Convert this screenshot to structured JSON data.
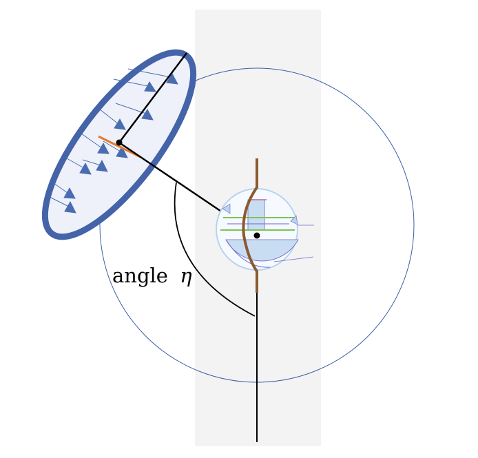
{
  "diagram": {
    "angle_label": "angle",
    "angle_symbol": "η"
  },
  "colors": {
    "strip": "#f3f3f3",
    "orbit": "#3a5fa8",
    "ellipse_fill": "#eef1f9",
    "ellipse_stroke": "#4463a8",
    "arrows": "#4a6cb0",
    "lines": "#000000",
    "orange_segment": "#e07a2e",
    "brown_curve": "#8b5a30",
    "inner_circle": "#b7d3f0",
    "inner_fill": "#c9ddf2",
    "green": "#7cc45a",
    "purple": "#6a67c9"
  },
  "icons": [
    "planar-source-ellipse",
    "central-apparatus-icon"
  ]
}
